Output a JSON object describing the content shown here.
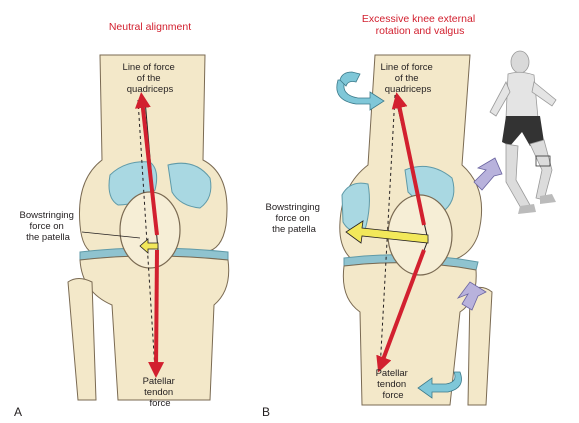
{
  "panel_a": {
    "letter": "A",
    "title": "Neutral alignment",
    "quad_label": [
      "Line of force",
      "of the",
      "quadriceps"
    ],
    "bowstring_label": [
      "Bowstringing",
      "force on",
      "the patella"
    ],
    "tendon_label": [
      "Patellar",
      "tendon",
      "force"
    ]
  },
  "panel_b": {
    "letter": "B",
    "title": [
      "Excessive knee external",
      "rotation and valgus"
    ],
    "quad_label": [
      "Line of force",
      "of the",
      "quadriceps"
    ],
    "bowstring_label": [
      "Bowstringing",
      "force on",
      "the patella"
    ],
    "tendon_label": [
      "Patellar",
      "tendon",
      "force"
    ]
  },
  "colors": {
    "bone": "#f3e8c9",
    "bone_outline": "#7a6a52",
    "cartilage": "#a9d8e2",
    "force_arrow": "#d2202f",
    "bowstring_arrow": "#f2e85a",
    "rotation_arrow": "#7fc7d8",
    "valgus_arrow": "#b8b2dc",
    "title_text": "#d2202f"
  }
}
